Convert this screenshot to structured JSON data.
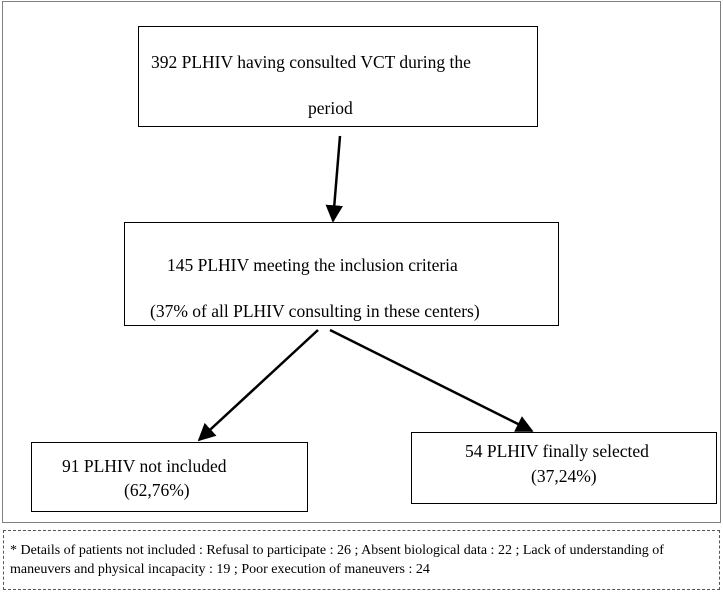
{
  "boxes": {
    "top": {
      "line1": "392 PLHIV having consulted VCT during the",
      "line2": "period"
    },
    "middle": {
      "line1": "145 PLHIV meeting the inclusion criteria",
      "line2": "(37% of all PLHIV consulting in these centers)"
    },
    "left": {
      "line1": "91 PLHIV not included",
      "line2": "(62,76%)"
    },
    "right": {
      "line1": "54 PLHIV finally selected",
      "line2": "(37,24%)"
    }
  },
  "footnote": "* Details of patients not included : Refusal to participate : 26 ; Absent biological data : 22 ; Lack of understanding of maneuvers and physical incapacity : 19 ; Poor execution of maneuvers : 24"
}
